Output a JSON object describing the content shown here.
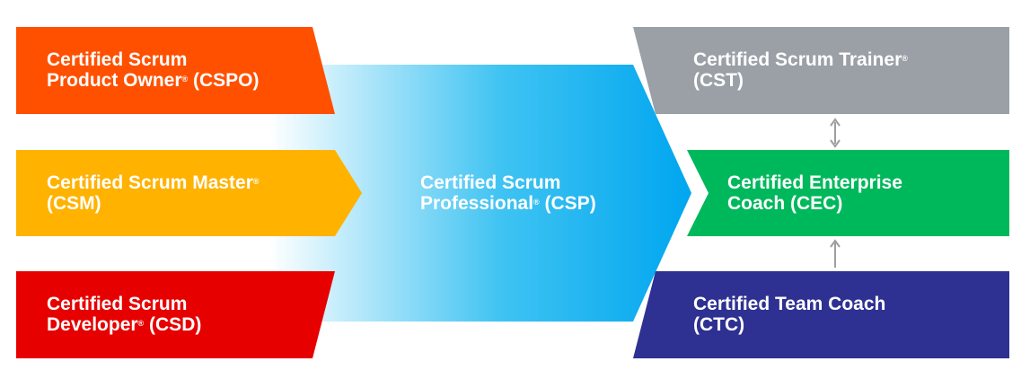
{
  "colors": {
    "cspo": "#ff5000",
    "csm": "#ffb200",
    "csd": "#e60000",
    "csp_start": "#ffffff",
    "csp_end": "#00a6ef",
    "cst": "#9aa0a6",
    "cec": "#00b85c",
    "ctc": "#2e3192",
    "connector": "#9e9e9e"
  },
  "nodes": {
    "cspo": {
      "line1": "Certified Scrum",
      "line2a": "Product Owner",
      "reg": "®",
      "line2b": " (CSPO)"
    },
    "csm": {
      "line1a": "Certified Scrum Master",
      "reg": "®",
      "line2": "(CSM)"
    },
    "csd": {
      "line1": "Certified Scrum",
      "line2a": "Developer",
      "reg": "®",
      "line2b": " (CSD)"
    },
    "csp": {
      "line1": "Certified Scrum",
      "line2a": "Professional",
      "reg": "®",
      "line2b": " (CSP)"
    },
    "cst": {
      "line1a": "Certified Scrum Trainer",
      "reg": "®",
      "line2": "(CST)"
    },
    "cec": {
      "line1": "Certified Enterprise",
      "line2": "Coach (CEC)"
    },
    "ctc": {
      "line1": "Certified Team Coach",
      "line2": "(CTC)"
    }
  },
  "connectors": [
    {
      "from": "cst",
      "to": "cec",
      "direction": "bidirectional"
    },
    {
      "from": "ctc",
      "to": "cec",
      "direction": "up"
    }
  ]
}
